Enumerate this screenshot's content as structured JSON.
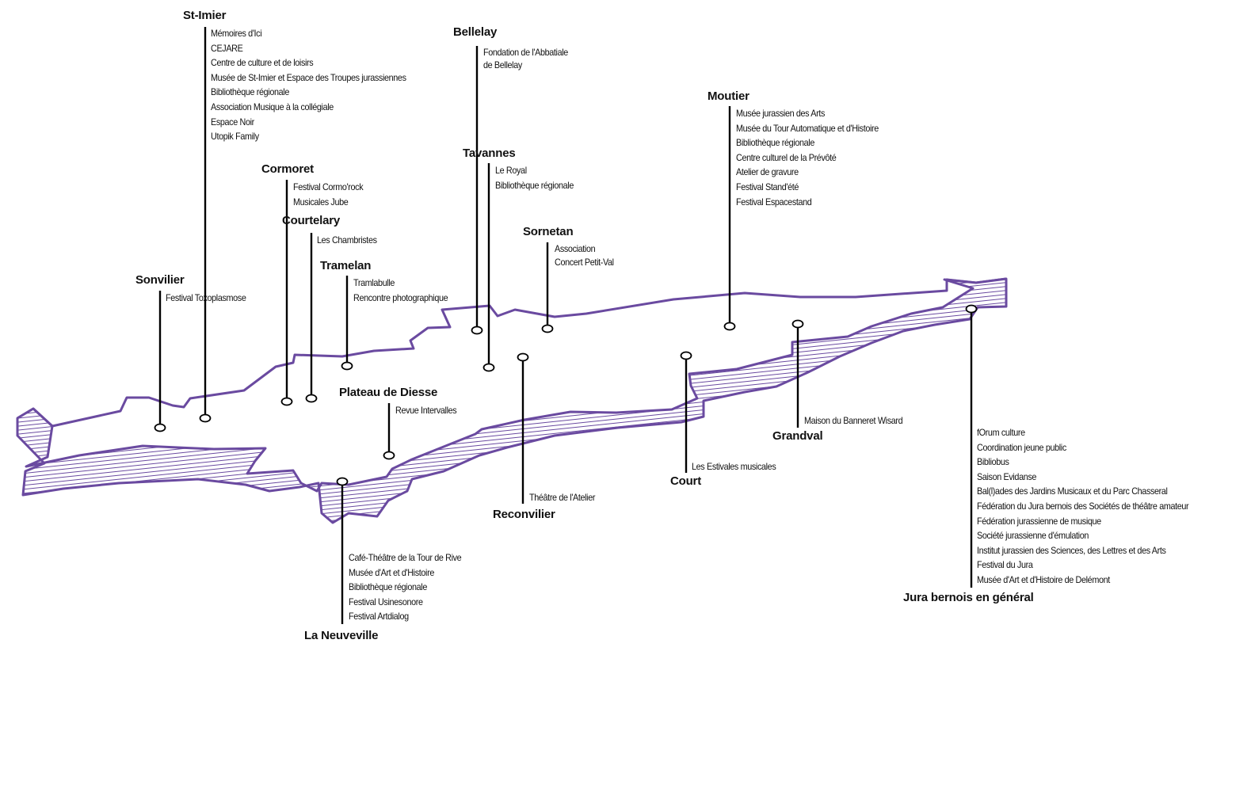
{
  "theme": {
    "outline_color": "#6a4aa0",
    "line_color": "#000000"
  },
  "towns": [
    {
      "id": "st-imier",
      "name": "St-Imier",
      "venues": [
        "Mémoires d'Ici",
        "CEJARE",
        "Centre de culture et de loisirs",
        "Musée de St-Imier et Espace des Troupes jurassiennes",
        "Bibliothèque régionale",
        "Association Musique à la collégiale",
        "Espace Noir",
        "Utopik Family"
      ]
    },
    {
      "id": "bellelay",
      "name": "Bellelay",
      "venues": [
        "Fondation de l'Abbatiale",
        "de Bellelay"
      ]
    },
    {
      "id": "moutier",
      "name": "Moutier",
      "venues": [
        "Musée jurassien des Arts",
        "Musée du Tour Automatique et d'Histoire",
        "Bibliothèque régionale",
        "Centre culturel de la Prévôté",
        "Atelier de gravure",
        "Festival Stand'été",
        "Festival Espacestand"
      ]
    },
    {
      "id": "cormoret",
      "name": "Cormoret",
      "venues": [
        "Festival Cormo'rock",
        "Musicales Jube"
      ]
    },
    {
      "id": "tavannes",
      "name": "Tavannes",
      "venues": [
        "Le Royal",
        "Bibliothèque régionale"
      ]
    },
    {
      "id": "courtelary",
      "name": "Courtelary",
      "venues": [
        "Les Chambristes"
      ]
    },
    {
      "id": "sornetan",
      "name": "Sornetan",
      "venues": [
        "Association",
        "Concert Petit-Val"
      ]
    },
    {
      "id": "tramelan",
      "name": "Tramelan",
      "venues": [
        "Tramlabulle",
        "Rencontre photographique"
      ]
    },
    {
      "id": "sonvilier",
      "name": "Sonvilier",
      "venues": [
        "Festival Toxoplasmose"
      ]
    },
    {
      "id": "plateau-de-diesse",
      "name": "Plateau de Diesse",
      "venues": [
        "Revue Intervalles"
      ]
    },
    {
      "id": "grandval",
      "name": "Grandval",
      "venues": [
        "Maison du Banneret Wisard"
      ]
    },
    {
      "id": "court",
      "name": "Court",
      "venues": [
        "Les Estivales musicales"
      ]
    },
    {
      "id": "reconvilier",
      "name": "Reconvilier",
      "venues": [
        "Théâtre de l'Atelier"
      ]
    },
    {
      "id": "la-neuveville",
      "name": "La Neuveville",
      "venues": [
        "Café-Théâtre de la Tour de Rive",
        "Musée d'Art et d'Histoire",
        "Bibliothèque régionale",
        "Festival Usinesonore",
        "Festival Artdialog"
      ]
    },
    {
      "id": "jura-bernois",
      "name": "Jura bernois en général",
      "venues": [
        "fOrum culture",
        "Coordination jeune public",
        "Bibliobus",
        "Saison Evidanse",
        "Bal(l)ades des Jardins Musicaux et du Parc Chasseral",
        "Fédération du Jura bernois des Sociétés de théâtre amateur",
        "Fédération jurassienne de musique",
        "Société jurassienne d'émulation",
        "Institut jurassien des Sciences, des Lettres et des Arts",
        "Festival du Jura",
        "Musée d'Art et d'Histoire de Delémont"
      ]
    }
  ]
}
